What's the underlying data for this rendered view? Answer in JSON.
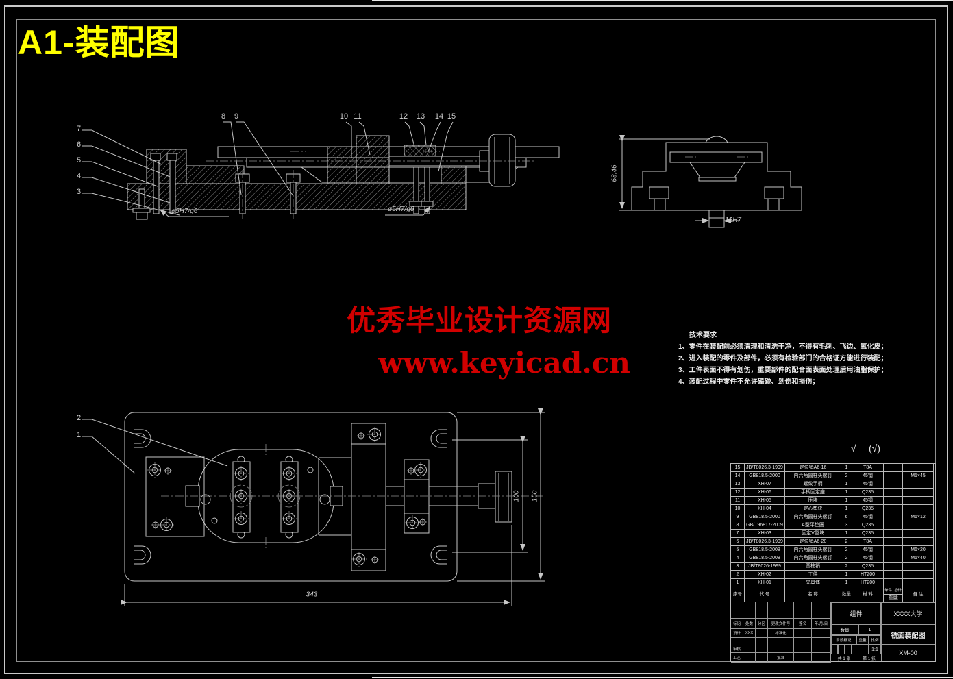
{
  "page": {
    "title": "A1-装配图",
    "background": "#000000",
    "line_color": "#c6c6c6",
    "title_color": "#ffff00",
    "watermark_color": "#d10000"
  },
  "watermark": {
    "line1": "优秀毕业设计资源网",
    "line2": "www.keyicad.cn"
  },
  "tech_requirements": {
    "title": "技术要求",
    "items": [
      "1、零件在装配前必须清理和清洗干净，不得有毛刺、飞边、氧化皮；",
      "2、进入装配的零件及部件，必须有检验部门的合格证方能进行装配；",
      "3、工件表面不得有划伤，重要部件的配合面表面处理后用油脂保护；",
      "4、装配过程中零件不允许磕碰、划伤和损伤；"
    ]
  },
  "check_marks": {
    "left": "√",
    "right": "(√)"
  },
  "front_view": {
    "callouts_top": [
      "8",
      "9",
      "10",
      "11",
      "12",
      "13",
      "14",
      "15"
    ],
    "callouts_left": [
      "7",
      "6",
      "5",
      "4",
      "3"
    ],
    "dim_left": "ø5H7/g6",
    "dim_right": "ø5H7/g6"
  },
  "side_view": {
    "dim_height": "68.46",
    "dim_slot": "12H7"
  },
  "plan_view": {
    "callouts": [
      "2",
      "1"
    ],
    "dim_length": "343",
    "dim_inner": "100",
    "dim_outer": "150"
  },
  "parts_table": {
    "header": {
      "no": "序号",
      "code": "代 号",
      "name": "名 称",
      "qty": "数量",
      "material": "材 料",
      "unit": "单件",
      "total": "总计",
      "weight": "重量",
      "remark": "备 注"
    },
    "rows": [
      [
        "15",
        "JB/T8026.3-1999",
        "定位销A6-16",
        "1",
        "T8A",
        "",
        "",
        ""
      ],
      [
        "14",
        "GB818.5-2000",
        "内六角圆柱头螺钉",
        "2",
        "45钢",
        "",
        "",
        "M5×45"
      ],
      [
        "13",
        "XH-07",
        "螺纹手柄",
        "1",
        "45钢",
        "",
        "",
        ""
      ],
      [
        "12",
        "XH-06",
        "手柄固定座",
        "1",
        "Q235",
        "",
        "",
        ""
      ],
      [
        "11",
        "XH-05",
        "压块",
        "1",
        "45钢",
        "",
        "",
        ""
      ],
      [
        "10",
        "XH-04",
        "定心垫块",
        "1",
        "Q235",
        "",
        "",
        ""
      ],
      [
        "9",
        "GB818.5-2000",
        "内六角圆柱头螺钉",
        "6",
        "45钢",
        "",
        "",
        "M6×12"
      ],
      [
        "8",
        "GB/T96817-2009",
        "A型平垫圈",
        "3",
        "Q235",
        "",
        "",
        ""
      ],
      [
        "7",
        "XH-03",
        "固定V型块",
        "1",
        "Q235",
        "",
        "",
        ""
      ],
      [
        "6",
        "JB/T8026.3-1999",
        "定位销A6-20",
        "2",
        "T8A",
        "",
        "",
        ""
      ],
      [
        "5",
        "GB818.5-2008",
        "内六角圆柱头螺钉",
        "2",
        "45钢",
        "",
        "",
        "M6×20"
      ],
      [
        "4",
        "GB818.5-2008",
        "内六角圆柱头螺钉",
        "2",
        "45钢",
        "",
        "",
        "M5×40"
      ],
      [
        "3",
        "JB/T8026-1999",
        "圆柱销",
        "2",
        "Q235",
        "",
        "",
        ""
      ],
      [
        "2",
        "XH-02",
        "工件",
        "1",
        "HT200",
        "",
        "",
        ""
      ],
      [
        "1",
        "XH-01",
        "夹具体",
        "1",
        "HT200",
        "",
        "",
        ""
      ]
    ]
  },
  "title_block": {
    "part_type": "组件",
    "org": "XXXX大学",
    "qty_label": "数量",
    "qty_value": "1",
    "stage_label": "阶段标记",
    "weight_label": "重量",
    "scale_label": "比例",
    "scale_value": "1:1",
    "drawing_title": "铣面装配图",
    "drawing_no": "XM-00",
    "sheet_total": "共 1 张",
    "sheet_no": "第 1 张",
    "left_grid": [
      [
        "",
        "",
        "",
        "",
        "",
        ""
      ],
      [
        "",
        "",
        "",
        "",
        "",
        ""
      ],
      [
        "标记",
        "处数",
        "分区",
        "更改文件号",
        "签名",
        "年/月/日"
      ],
      [
        "设计",
        "XXX",
        "",
        "标准化",
        "",
        ""
      ],
      [
        "",
        "",
        "",
        "",
        "",
        ""
      ],
      [
        "审核",
        "",
        "",
        "",
        "",
        ""
      ],
      [
        "工艺",
        "",
        "",
        "批准",
        "",
        ""
      ]
    ]
  }
}
